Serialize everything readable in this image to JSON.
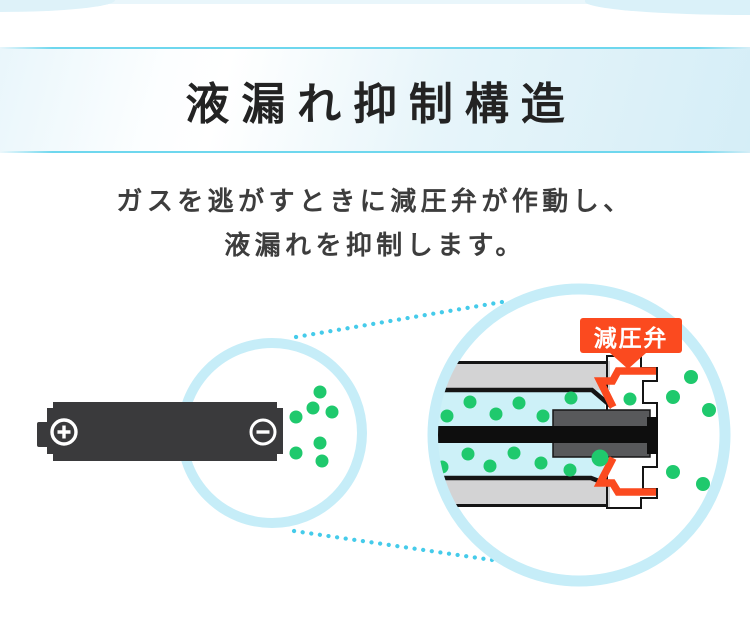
{
  "banner": {
    "title": "液漏れ抑制構造"
  },
  "subtitle": {
    "line1": "ガスを逃がすときに減圧弁が作動し、",
    "line2": "液漏れを抑制します。"
  },
  "battery": {
    "positive_icon": "plus-circle-icon",
    "negative_icon": "minus-circle-icon"
  },
  "callout": {
    "label": "減圧弁"
  },
  "colors": {
    "accent_red": "#fb4a1f",
    "particle_green": "#1fc96d",
    "ring_blue": "#c6edf8",
    "connector_blue": "#45cbea",
    "electrolyte_cyan": "#cdf1f8",
    "casing_gray": "#d3d3d4",
    "block_gray": "#58595b",
    "battery_dark": "#3a3a3c",
    "ink_black": "#151515",
    "banner_line_blue": "#6ed7ee",
    "title_color": "#232323",
    "subtitle_color": "#3d3d3d"
  },
  "particles": {
    "small_circle": [
      [
        320,
        392
      ],
      [
        313,
        408
      ],
      [
        296,
        417
      ],
      [
        332,
        412
      ],
      [
        320,
        443
      ],
      [
        296,
        453
      ],
      [
        322,
        461
      ]
    ],
    "inside_cross_section": [
      [
        447,
        416
      ],
      [
        470,
        402
      ],
      [
        496,
        414
      ],
      [
        519,
        403
      ],
      [
        543,
        416
      ],
      [
        571,
        398
      ],
      [
        630,
        399
      ],
      [
        442,
        467
      ],
      [
        468,
        454
      ],
      [
        490,
        466
      ],
      [
        514,
        453
      ],
      [
        541,
        463
      ],
      [
        570,
        470
      ],
      [
        600,
        458,
        8.5
      ]
    ],
    "escaped": [
      [
        673,
        397,
        7
      ],
      [
        691,
        377,
        7
      ],
      [
        709,
        410,
        7
      ],
      [
        673,
        472,
        7
      ],
      [
        703,
        484,
        7
      ]
    ]
  }
}
